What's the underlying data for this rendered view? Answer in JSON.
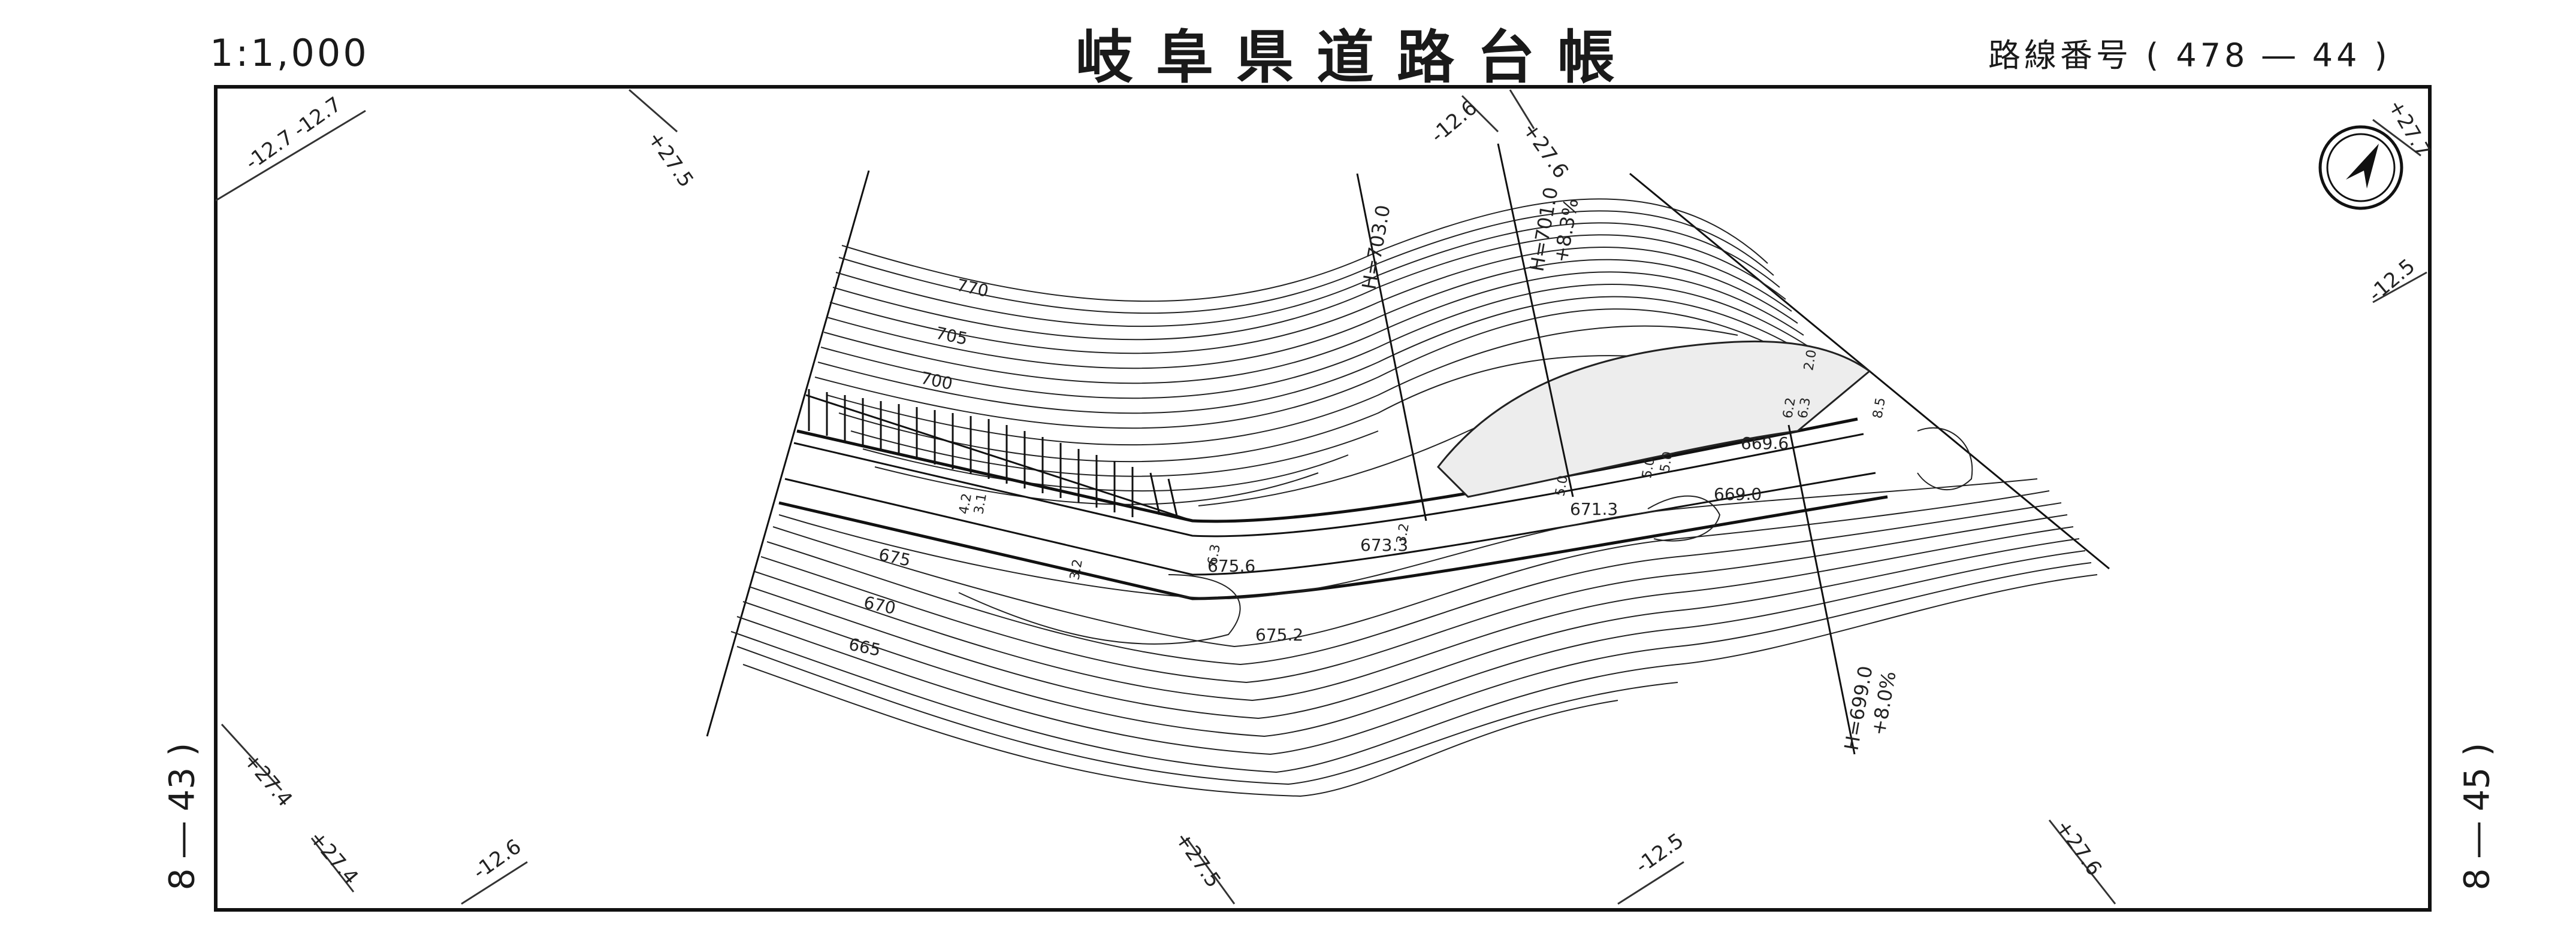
{
  "header": {
    "scale": "1:1,000",
    "title": "岐阜県道路台帳",
    "route_number": "路線番号 ( 478 ― 44 )"
  },
  "side_labels": {
    "left": "8 ― 43 )",
    "right": "8 ― 45 )"
  },
  "grid_ticks": [
    "-12.7",
    "-12.7",
    "+27.5",
    "-12.6",
    "+27.6",
    "+27.7",
    "-12.5",
    "+27.4",
    "+27.4",
    "-12.6",
    "+27.5",
    "-12.5",
    "+27.6"
  ],
  "contours": [
    "770",
    "705",
    "700",
    "675",
    "670",
    "665"
  ],
  "elevation_points": [
    "675.6",
    "673.3",
    "675.2",
    "671.3",
    "669.6",
    "669.0"
  ],
  "profile_lines": [
    {
      "label": "H=703.0"
    },
    {
      "label": "H=701.0",
      "grade": "+8.3%"
    },
    {
      "label": "H=699.0",
      "grade": "+8.0%"
    }
  ],
  "road_dims": [
    "4.2",
    "3.1",
    "3.2",
    "6.3",
    "3.2",
    "5.0",
    "5.0",
    "5.0",
    "6.2",
    "6.3",
    "8.5",
    "2.0"
  ],
  "north_arrow": "north-arrow-icon"
}
